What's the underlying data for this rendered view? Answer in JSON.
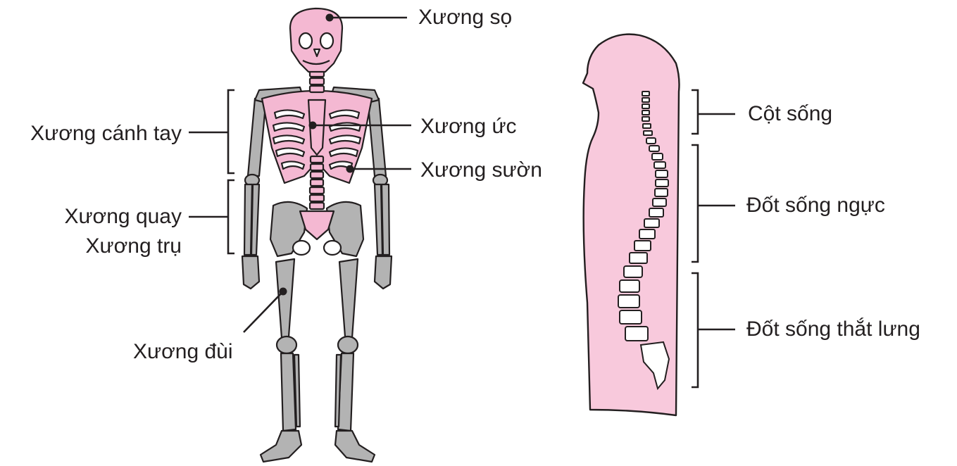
{
  "colors": {
    "bone_pink": "#f4b8d2",
    "bone_gray": "#b3b3b3",
    "body_fill": "#f8c9dc",
    "outline": "#231f20",
    "background": "#ffffff"
  },
  "skeleton": {
    "labels": {
      "skull": "Xương sọ",
      "sternum": "Xương ức",
      "ribs": "Xương sườn",
      "humerus": "Xương cánh tay",
      "radius": "Xương quay",
      "ulna": "Xương trụ",
      "femur": "Xương đùi"
    }
  },
  "spine": {
    "labels": {
      "cervical": "Cột sống",
      "thoracic": "Đốt sống ngực",
      "lumbar": "Đốt sống thắt lưng"
    }
  }
}
